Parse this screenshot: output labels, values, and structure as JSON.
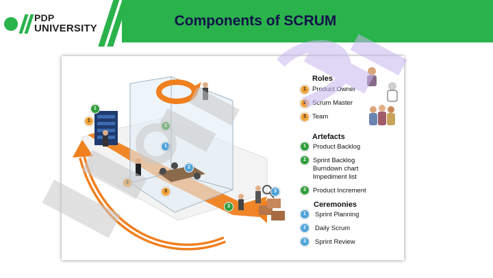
{
  "header": {
    "logo_line1": "PDP",
    "logo_line2": "UNIVERSITY",
    "title": "Components of SCRUM"
  },
  "colors": {
    "brand_green": "#2ab24b",
    "title_navy": "#12124a",
    "accent_orange": "#f07f1e",
    "badge_orange": "#f2a43a",
    "badge_green": "#2f9e3a",
    "badge_blue": "#4da3d9",
    "watermark_gray": "#c9c9c9",
    "watermark_purple": "#c8b7f0"
  },
  "diagram": {
    "badges": [
      {
        "n": "1",
        "kind": "green"
      },
      {
        "n": "1",
        "kind": "orange"
      },
      {
        "n": "2",
        "kind": "green"
      },
      {
        "n": "1",
        "kind": "blue"
      },
      {
        "n": "2",
        "kind": "blue"
      },
      {
        "n": "2",
        "kind": "orange"
      },
      {
        "n": "3",
        "kind": "orange"
      },
      {
        "n": "3",
        "kind": "green"
      },
      {
        "n": "3",
        "kind": "blue"
      }
    ]
  },
  "legend": {
    "roles": {
      "title": "Roles",
      "items": [
        {
          "n": "1",
          "label": "Product Owner"
        },
        {
          "n": "2",
          "label": "Scrum Master"
        },
        {
          "n": "3",
          "label": "Team"
        }
      ]
    },
    "artefacts": {
      "title": "Artefacts",
      "items": [
        {
          "n": "1",
          "label": "Product Backlog"
        },
        {
          "n": "2",
          "label_lines": [
            "Sprint Backlog",
            "Burndown chart",
            "Impediment list"
          ]
        },
        {
          "n": "3",
          "label": "Product Increment"
        }
      ]
    },
    "ceremonies": {
      "title": "Ceremonies",
      "items": [
        {
          "n": "1",
          "label": "Sprint Planning"
        },
        {
          "n": "2",
          "label": "Daily Scrum"
        },
        {
          "n": "3",
          "label": "Sprint Review"
        }
      ]
    }
  },
  "icons": [
    "people-icon",
    "server-rack-icon",
    "cycle-arrow-icon",
    "box-icon",
    "magnifier-icon"
  ]
}
